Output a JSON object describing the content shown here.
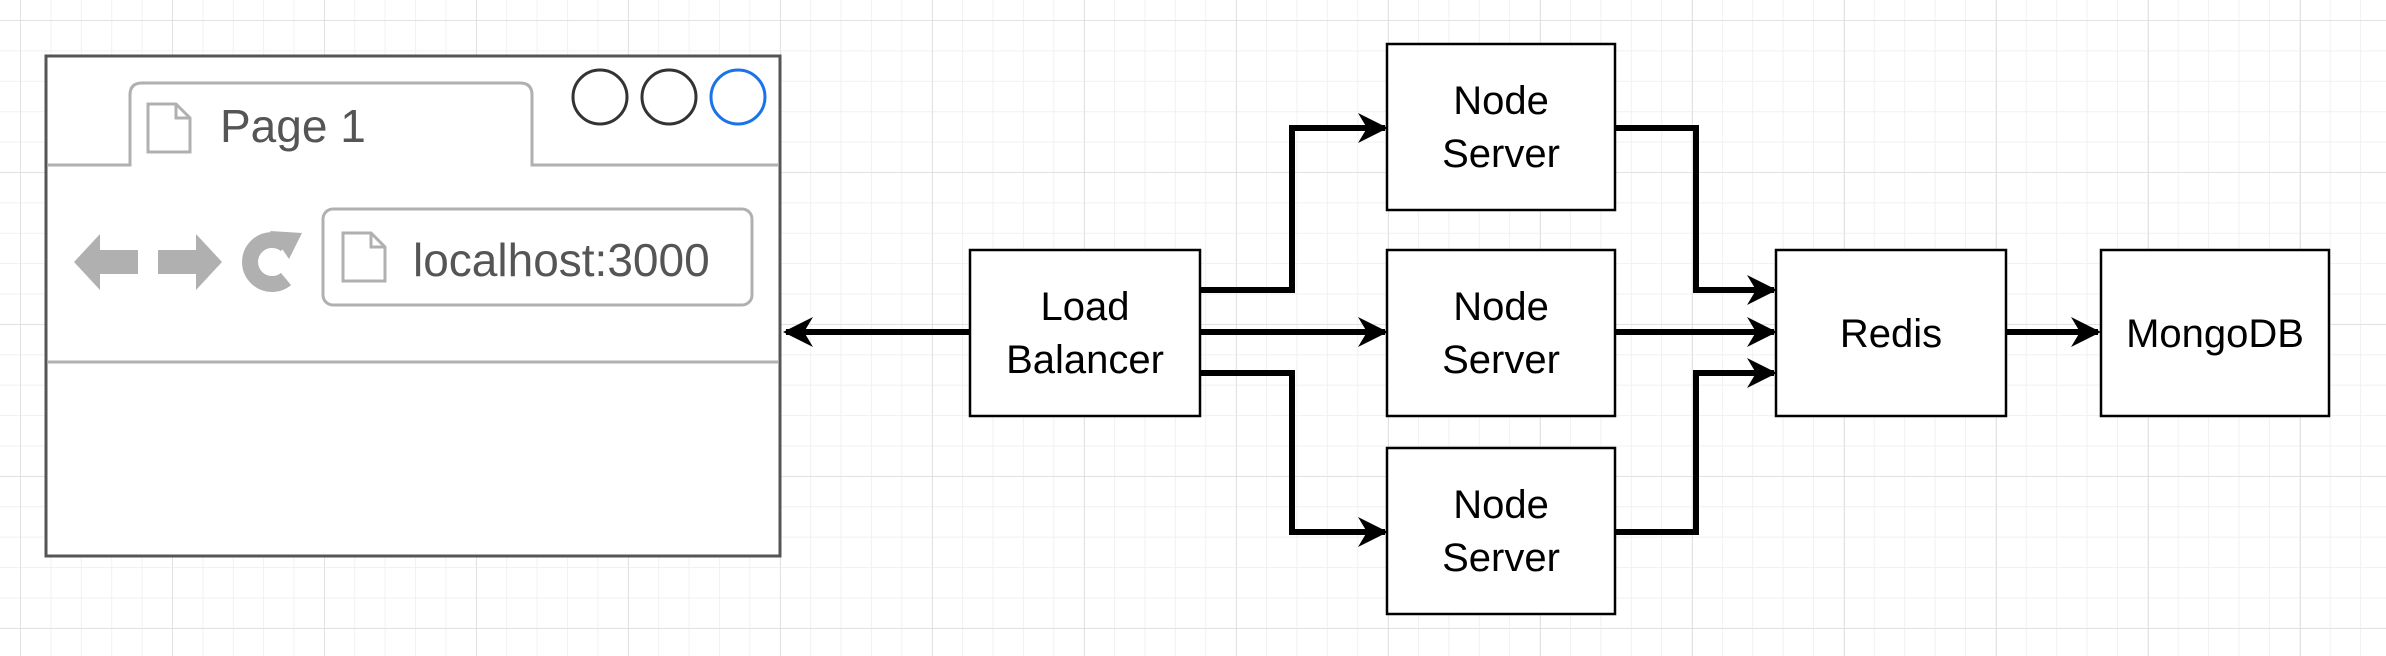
{
  "browser": {
    "tab_label": "Page 1",
    "url": "localhost:3000",
    "icons": {
      "page": "document-icon",
      "back": "back-arrow-icon",
      "forward": "forward-arrow-icon",
      "reload": "reload-icon",
      "url_page": "document-icon"
    },
    "window_button_colors": [
      "#333333",
      "#333333",
      "#1a73e8"
    ]
  },
  "nodes": {
    "load_balancer": [
      "Load",
      "Balancer"
    ],
    "node_server_1": [
      "Node",
      "Server"
    ],
    "node_server_2": [
      "Node",
      "Server"
    ],
    "node_server_3": [
      "Node",
      "Server"
    ],
    "redis": "Redis",
    "mongodb": "MongoDB"
  }
}
